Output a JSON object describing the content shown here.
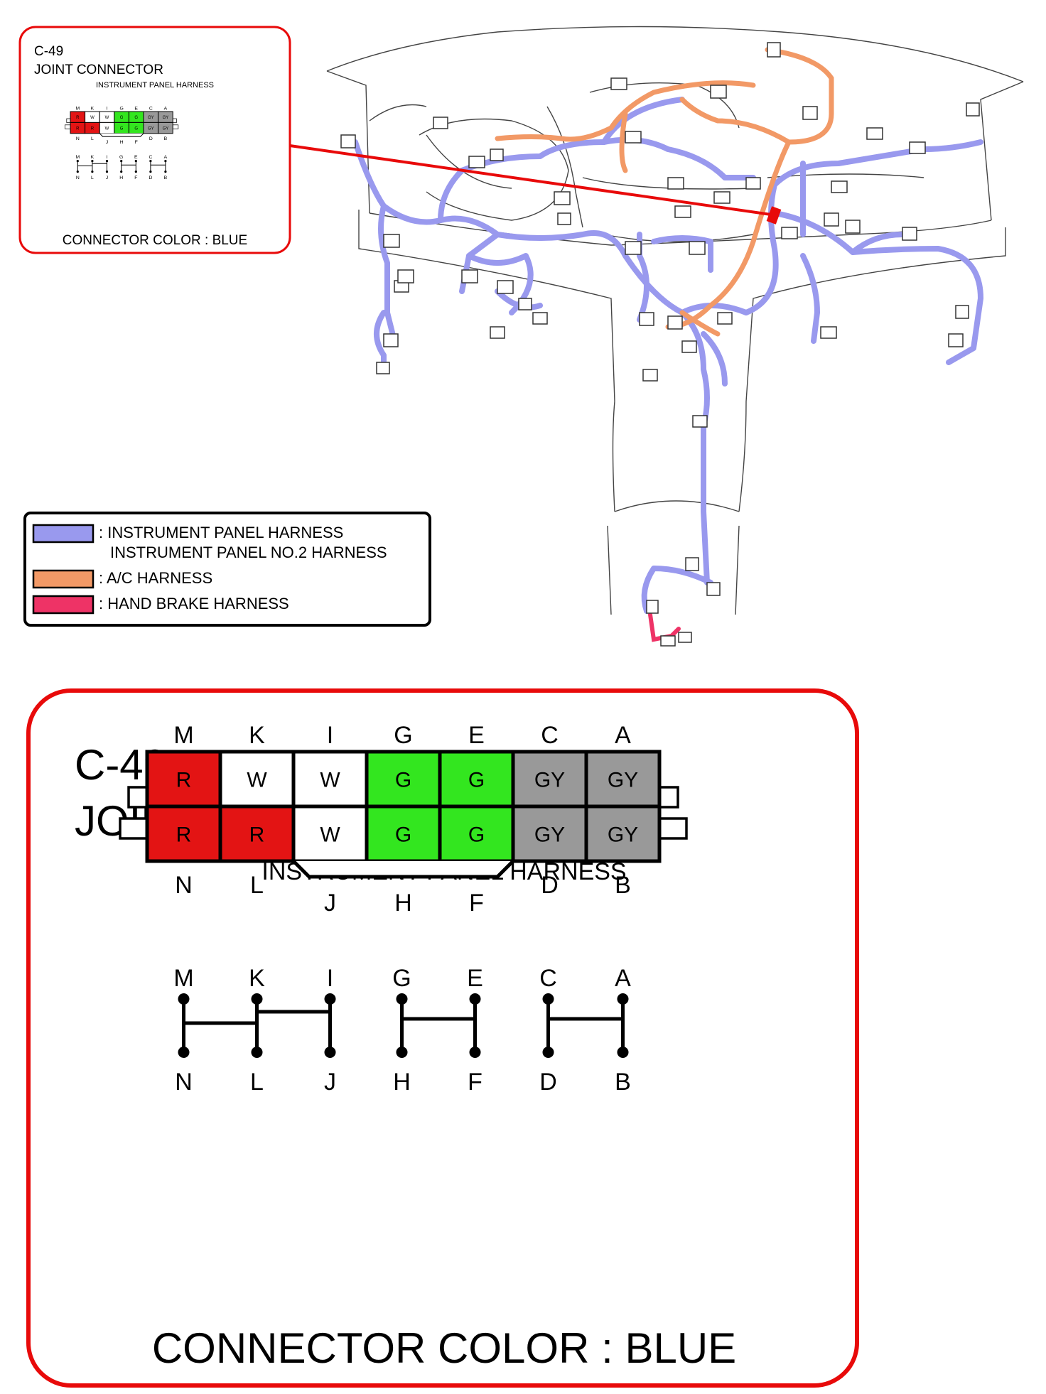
{
  "connector": {
    "id": "C-49",
    "name": "JOINT CONNECTOR",
    "harness": "INSTRUMENT PANEL HARNESS",
    "color_label": "CONNECTOR COLOR : BLUE",
    "top_pins": [
      "M",
      "K",
      "I",
      "G",
      "E",
      "C",
      "A"
    ],
    "bottom_pins": [
      "N",
      "L",
      "J",
      "H",
      "F",
      "D",
      "B"
    ],
    "top_row_colors": [
      "R",
      "W",
      "W",
      "G",
      "G",
      "GY",
      "GY"
    ],
    "bottom_row_colors": [
      "R",
      "R",
      "W",
      "G",
      "G",
      "GY",
      "GY"
    ],
    "wire_color_hex": {
      "R": "#e31414",
      "W": "#ffffff",
      "G": "#33e61f",
      "GY": "#999999"
    }
  },
  "legend": {
    "items": [
      {
        "label": ": INSTRUMENT PANEL HARNESS",
        "label2": "INSTRUMENT PANEL NO.2 HARNESS",
        "color": "#9999ee"
      },
      {
        "label": ": A/C HARNESS",
        "color": "#f29966"
      },
      {
        "label": ": HAND BRAKE HARNESS",
        "color": "#ee3366"
      }
    ]
  },
  "colors": {
    "callout_red": "#e80a0a",
    "harness_blue": "#9999ee",
    "ac_orange": "#f29966",
    "brake_red": "#ee3366"
  }
}
